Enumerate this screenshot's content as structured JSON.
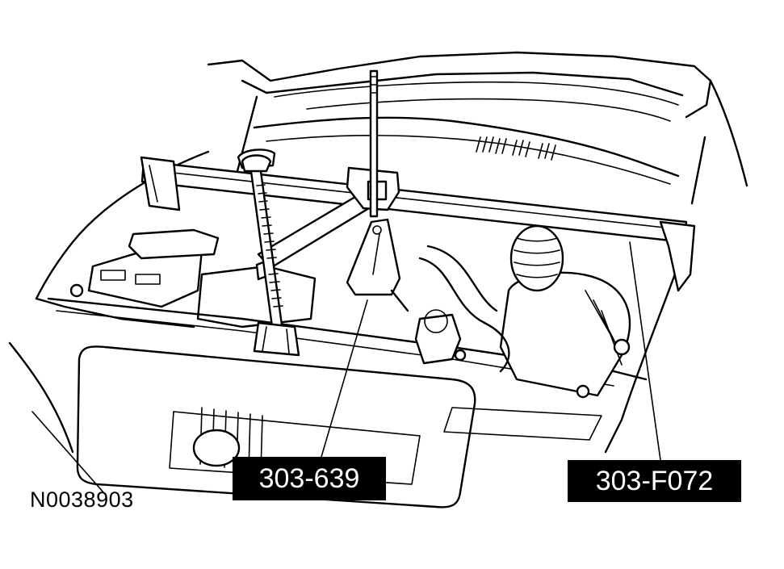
{
  "callouts": {
    "tool_a": "303-639",
    "tool_b": "303-F072"
  },
  "figure_id": "N0038903"
}
